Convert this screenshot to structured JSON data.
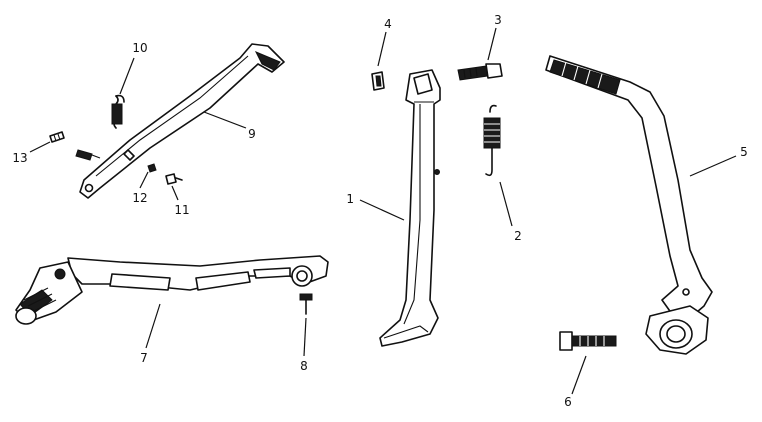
{
  "callouts": [
    {
      "id": "p1",
      "label": "1"
    },
    {
      "id": "p2",
      "label": "2"
    },
    {
      "id": "p3",
      "label": "3"
    },
    {
      "id": "p4",
      "label": "4"
    },
    {
      "id": "p5",
      "label": "5"
    },
    {
      "id": "p6",
      "label": "6"
    },
    {
      "id": "p7",
      "label": "7"
    },
    {
      "id": "p8",
      "label": "8"
    },
    {
      "id": "p9",
      "label": "9"
    },
    {
      "id": "p10",
      "label": "10"
    },
    {
      "id": "p11",
      "label": "11"
    },
    {
      "id": "p12",
      "label": "12"
    },
    {
      "id": "p13",
      "label": "13"
    }
  ],
  "colors": {
    "ink": "#111111",
    "background": "#ffffff"
  }
}
